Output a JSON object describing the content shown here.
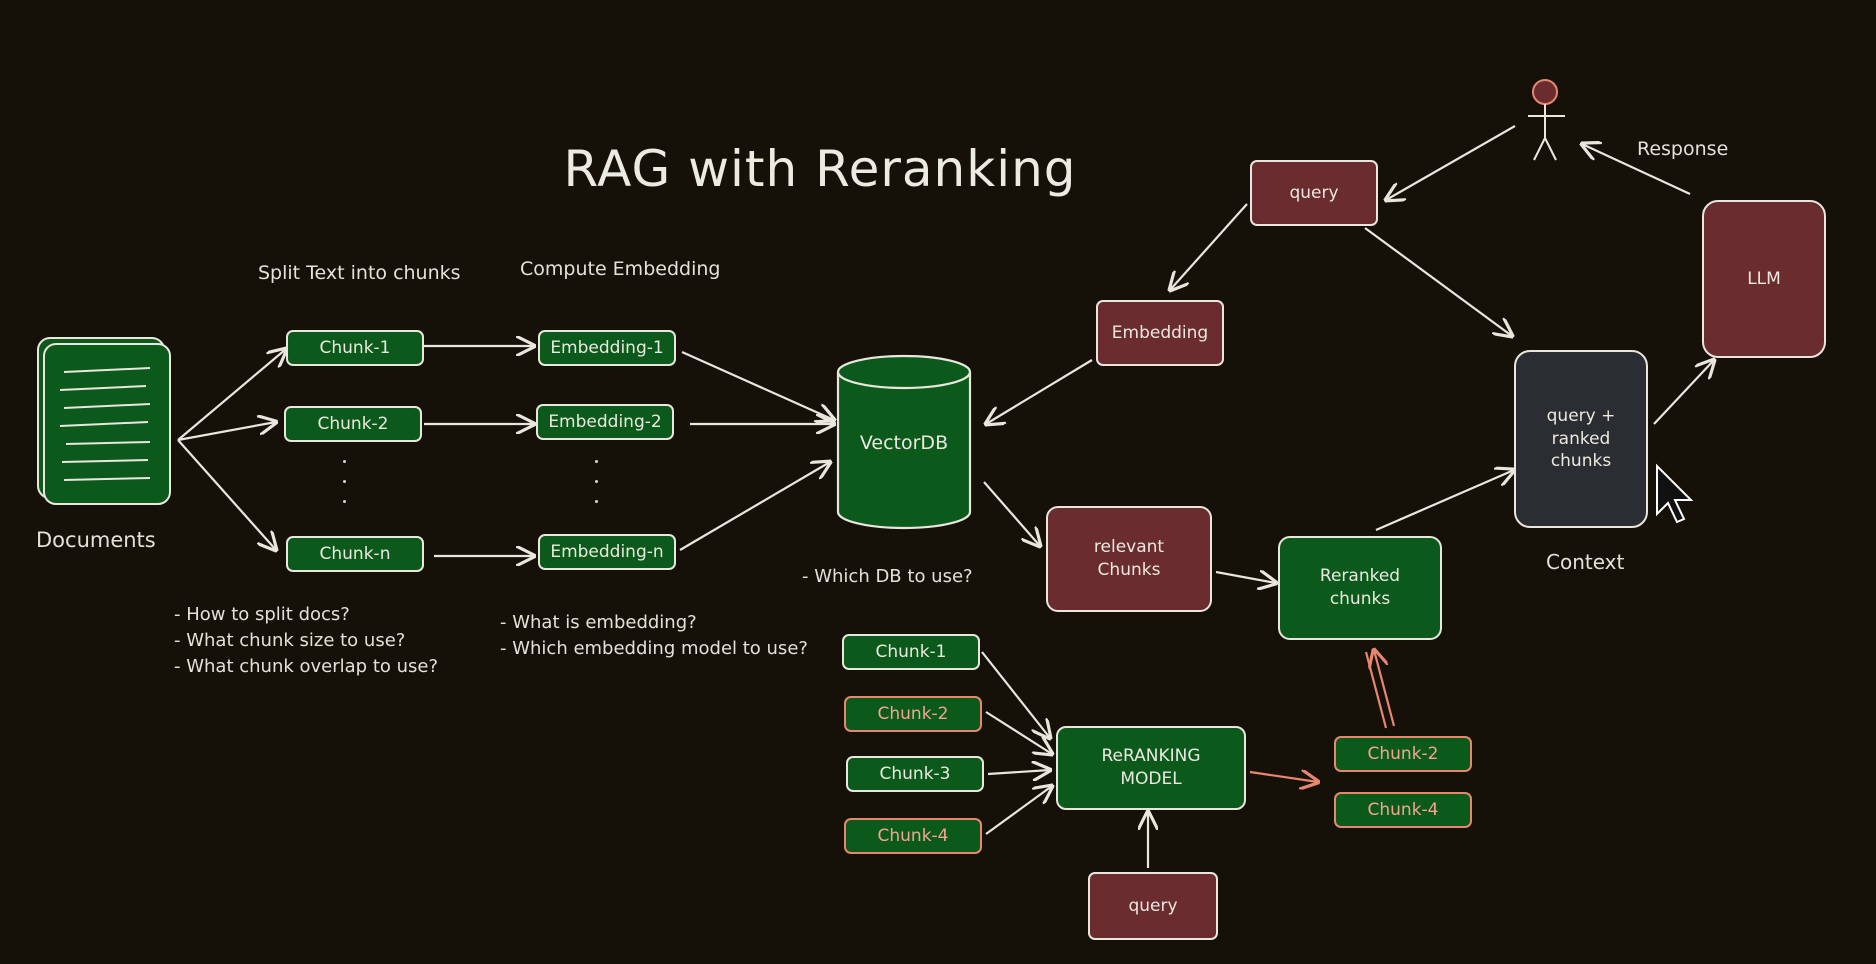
{
  "title": "RAG with Reranking",
  "labels": {
    "split": "Split Text into chunks",
    "compute": "Compute Embedding",
    "documents": "Documents",
    "response": "Response",
    "context": "Context"
  },
  "notes": {
    "chunking": [
      "- How to split docs?",
      "- What chunk size to use?",
      "- What chunk overlap to use?"
    ],
    "embedding": [
      "- What is embedding?",
      "- Which embedding model to use?"
    ],
    "db": "- Which DB to use?"
  },
  "nodes": {
    "chunk1": "Chunk-1",
    "chunk2": "Chunk-2",
    "chunkn": "Chunk-n",
    "emb1": "Embedding-1",
    "emb2": "Embedding-2",
    "embn": "Embedding-n",
    "vectordb": "VectorDB",
    "query_top": "query",
    "embedding": "Embedding",
    "relevant": "relevant Chunks",
    "reranked": "Reranked chunks",
    "combined": "query + ranked chunks",
    "llm": "LLM",
    "reranking_model": "ReRANKING MODEL",
    "query_bottom": "query",
    "rc1": "Chunk-1",
    "rc2": "Chunk-2",
    "rc3": "Chunk-3",
    "rc4": "Chunk-4",
    "out1": "Chunk-2",
    "out2": "Chunk-4"
  },
  "colors": {
    "background": "#151109",
    "green": "#0b5a1b",
    "maroon": "#6a2c2e",
    "slate": "#2a2d31",
    "line": "#e9e6dd",
    "salmon": "#e9876e"
  }
}
